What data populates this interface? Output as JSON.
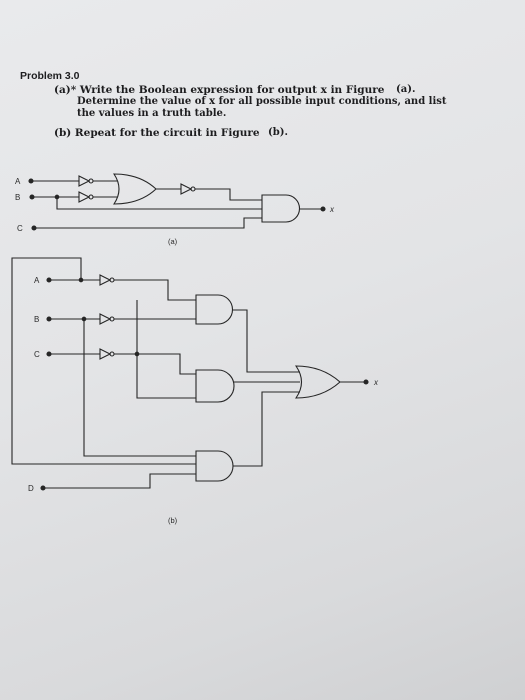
{
  "problem": {
    "title": "Problem 3.0",
    "part_a": {
      "label_line": "(a)* Write the Boolean expression for output x in Figure",
      "figure_ref": "(a).",
      "continuation": [
        "Determine the value of x for all possible input conditions, and list",
        "the values in a truth table."
      ]
    },
    "part_b": {
      "text": "(b) Repeat for the circuit in Figure",
      "figure_ref": "(b)."
    }
  },
  "figure_a": {
    "caption": "(a)",
    "inputs": [
      "A",
      "B",
      "C"
    ],
    "output": "x"
  },
  "figure_b": {
    "caption": "(b)",
    "inputs": [
      "A",
      "B",
      "C",
      "D"
    ],
    "output": "x"
  }
}
